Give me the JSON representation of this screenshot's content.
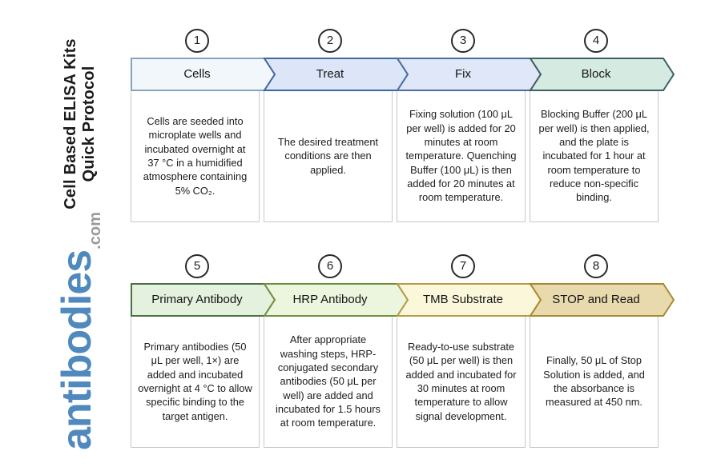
{
  "sidebar": {
    "title_line1": "Cell Based ELISA Kits",
    "title_line2": "Quick Protocol",
    "brand": "antibodies",
    "brand_suffix": ".com",
    "brand_color": "#5089be",
    "suffix_color": "#9a9a9a"
  },
  "steps": [
    {
      "number": "1",
      "label": "Cells",
      "description": "Cells are seeded into microplate wells and incubated overnight at 37 °C in a humidified atmosphere containing 5% CO₂.",
      "fill": "#f2f7fb",
      "border": "#87a3be"
    },
    {
      "number": "2",
      "label": "Treat",
      "description": "The desired treatment conditions are then applied.",
      "fill": "#dce6f8",
      "border": "#3f679f"
    },
    {
      "number": "3",
      "label": "Fix",
      "description": "Fixing solution (100 μL per well) is added for 20 minutes at room temperature. Quenching Buffer (100 μL) is then added for 20 minutes at room temperature.",
      "fill": "#dfe7f8",
      "border": "#4a6f9f"
    },
    {
      "number": "4",
      "label": "Block",
      "description": "Blocking Buffer (200 μL per well) is then applied, and the plate is incubated for 1 hour at room temperature to reduce non-specific binding.",
      "fill": "#d5ebe2",
      "border": "#3e5f66"
    },
    {
      "number": "5",
      "label": "Primary Antibody",
      "description": "Primary antibodies (50 μL per well, 1×) are added and incubated overnight at 4 °C to allow specific binding to the target antigen.",
      "fill": "#e3f1de",
      "border": "#4a7140"
    },
    {
      "number": "6",
      "label": "HRP Antibody",
      "description": "After appropriate washing steps, HRP-conjugated secondary antibodies (50 μL per well) are added and incubated for 1.5 hours at room temperature.",
      "fill": "#ecf5de",
      "border": "#71903c"
    },
    {
      "number": "7",
      "label": "TMB Substrate",
      "description": "Ready-to-use substrate (50 μL per well) is then added and incubated for 30 minutes at room temperature to allow signal development.",
      "fill": "#faf7da",
      "border": "#b59c45"
    },
    {
      "number": "8",
      "label": "STOP and Read",
      "description": "Finally, 50 μL of Stop Solution is added, and the absorbance is measured at 450 nm.",
      "fill": "#e8daad",
      "border": "#a98931"
    }
  ]
}
